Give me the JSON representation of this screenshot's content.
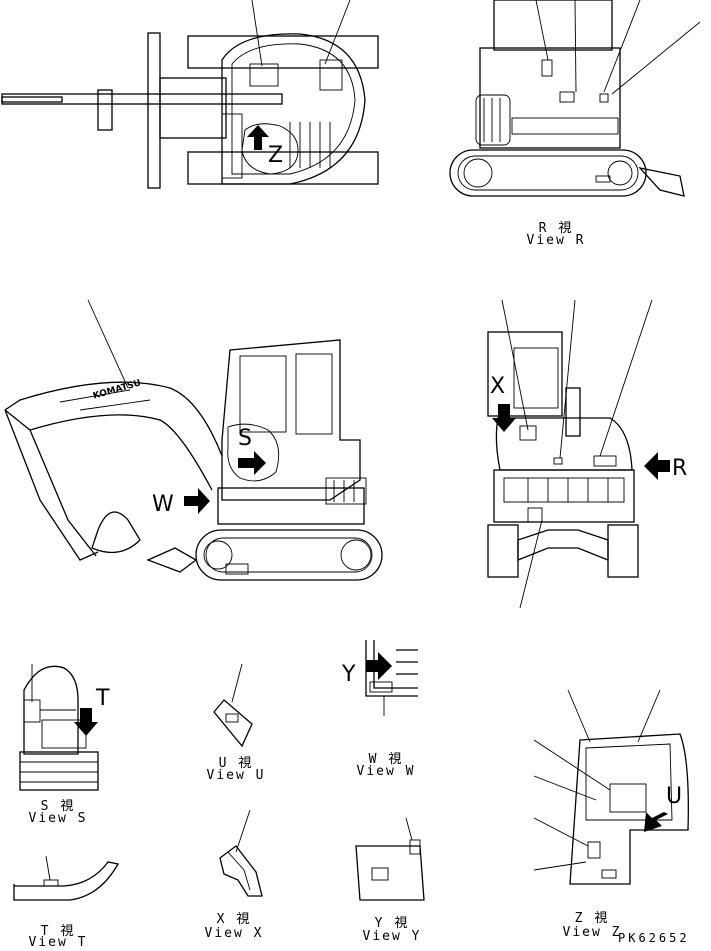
{
  "captions": {
    "r_kanji": "R 視",
    "r_view": "View R",
    "s_kanji": "S 視",
    "s_view": "View S",
    "u_kanji": "U 視",
    "u_view": "View U",
    "w_kanji": "W 視",
    "w_view": "View W",
    "t_kanji": "T 視",
    "t_view": "View T",
    "x_kanji": "X 視",
    "x_view": "View X",
    "y_kanji": "Y 視",
    "y_view": "View Y",
    "z_kanji": "Z 視",
    "z_view": "View Z"
  },
  "view_letters": {
    "z": "Z",
    "s": "S",
    "w": "W",
    "x": "X",
    "r": "R",
    "t": "T",
    "y": "Y",
    "u": "U"
  },
  "boom_logo": "KOMATSU",
  "drawing_code": "PK62652",
  "colors": {
    "line": "#000000",
    "background": "#ffffff"
  }
}
